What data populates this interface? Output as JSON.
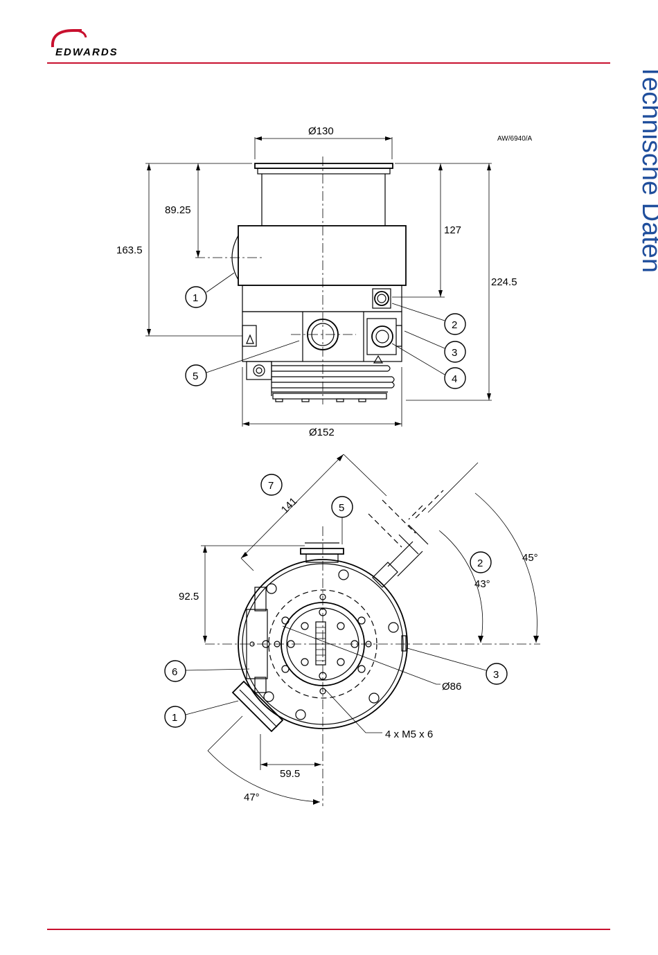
{
  "brand": {
    "name": "EDWARDS",
    "color": "#c8102e"
  },
  "section_title": "Technische Daten",
  "title_color": "#1f4e9c",
  "drawing_ref": "AW/6940/A",
  "side_view": {
    "dim_top_diameter": "Ø130",
    "dim_bottom_diameter": "Ø152",
    "dim_left_outer": "163.5",
    "dim_left_inner": "89.25",
    "dim_right_inner": "127",
    "dim_right_outer": "224.5",
    "callouts": [
      "1",
      "2",
      "3",
      "4",
      "5"
    ]
  },
  "top_view": {
    "dim_diagonal": "141",
    "dim_vertical": "92.5",
    "dim_horizontal": "59.5",
    "dim_circle": "Ø86",
    "dim_holes": "4 x M5 x 6",
    "angle_outer": "45°",
    "angle_inner": "43°",
    "angle_bottom": "47°",
    "callouts": [
      "7",
      "5",
      "2",
      "3",
      "6",
      "1"
    ]
  }
}
